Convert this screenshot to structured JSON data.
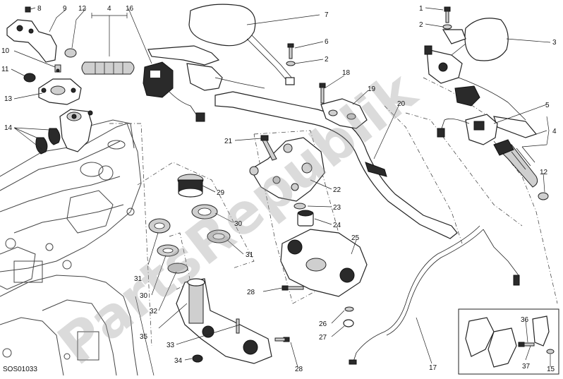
{
  "diagram": {
    "watermark": "PartsRepublik",
    "drawing_code": "SOS01033",
    "callouts": [
      "1",
      "2",
      "3",
      "4",
      "5",
      "6",
      "7",
      "8",
      "9",
      "10",
      "11",
      "12",
      "13",
      "14",
      "15",
      "16",
      "17",
      "18",
      "19",
      "20",
      "21",
      "22",
      "23",
      "24",
      "25",
      "26",
      "27",
      "28",
      "29",
      "30",
      "31",
      "32",
      "33",
      "34",
      "35",
      "36",
      "37"
    ]
  }
}
